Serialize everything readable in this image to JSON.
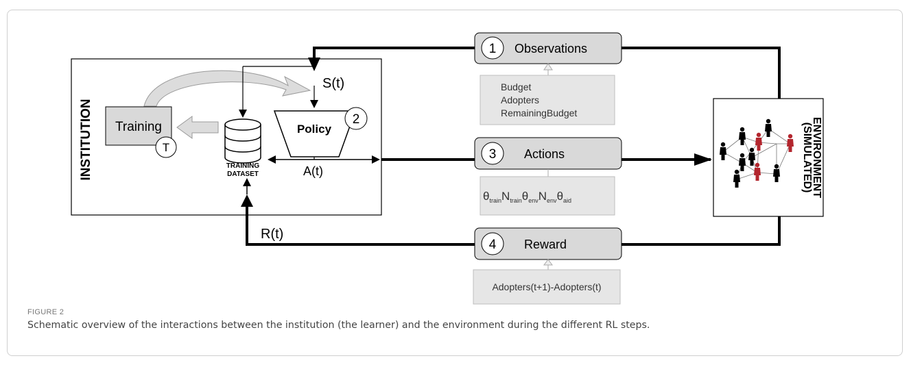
{
  "figure": {
    "label": "FIGURE 2",
    "caption": "Schematic overview of the interactions between the institution (the learner) and the environment during the different RL steps."
  },
  "diagram": {
    "institution_label": "INSTITUTION",
    "environment_label_1": "(SIMULATED)",
    "environment_label_2": "ENVIRONMENT",
    "training_label": "Training",
    "training_marker": "T",
    "policy_label": "Policy",
    "policy_marker": "2",
    "dataset_label_1": "TRAINING",
    "dataset_label_2": "DATASET",
    "state_label": "S(t)",
    "action_label": "A(t)",
    "reward_label": "R(t)",
    "steps": [
      {
        "number": "1",
        "label": "Observations"
      },
      {
        "number": "3",
        "label": "Actions"
      },
      {
        "number": "4",
        "label": "Reward"
      }
    ],
    "observation_items": [
      "Budget",
      "Adopters",
      "RemainingBudget"
    ],
    "action_params": [
      {
        "sym": "θ",
        "sub": "train"
      },
      {
        "sym": "N",
        "sub": "train"
      },
      {
        "sym": "θ",
        "sub": "env"
      },
      {
        "sym": "N",
        "sub": "env"
      },
      {
        "sym": "θ",
        "sub": "aid"
      }
    ],
    "reward_formula": "Adopters(t+1)-Adopters(t)",
    "colors": {
      "box_fill": "#d9d9d9",
      "note_fill": "#e6e6e6",
      "line": "#000000",
      "red_person": "#b3262e"
    }
  }
}
